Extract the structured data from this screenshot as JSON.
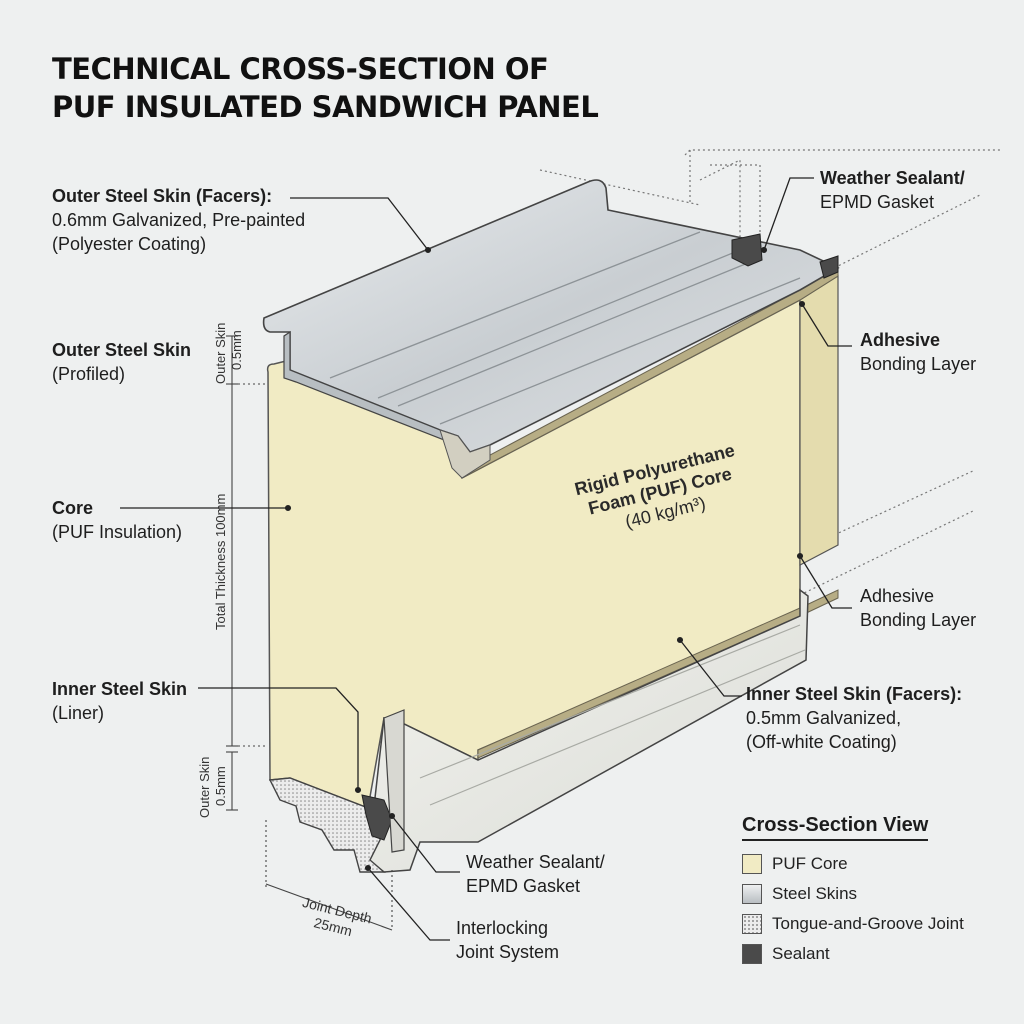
{
  "title": {
    "line1": "TECHNICAL CROSS-SECTION OF",
    "line2": "PUF INSULATED SANDWICH PANEL"
  },
  "labels": {
    "outer_facer": {
      "bold": "Outer Steel Skin (Facers):",
      "line1": "0.6mm Galvanized, Pre-painted",
      "line2": "(Polyester Coating)"
    },
    "outer_profiled": {
      "bold": "Outer Steel Skin",
      "line1": "(Profiled)"
    },
    "core": {
      "bold": "Core",
      "line1": "(PUF Insulation)"
    },
    "inner_liner": {
      "bold": "Inner Steel Skin",
      "line1": "(Liner)"
    },
    "sealant_top": {
      "bold": "Weather Sealant/",
      "line1": "EPMD Gasket"
    },
    "adhesive_top": {
      "bold": "Adhesive",
      "line1": "Bonding Layer"
    },
    "adhesive_bottom": {
      "line1": "Adhesive",
      "line2": "Bonding Layer"
    },
    "inner_facer": {
      "bold": "Inner Steel Skin (Facers):",
      "line1": "0.5mm Galvanized,",
      "line2": "(Off-white Coating)"
    },
    "sealant_bottom": {
      "line1": "Weather Sealant/",
      "line2": "EPMD Gasket"
    },
    "joint": {
      "line1": "Interlocking",
      "line2": "Joint System"
    }
  },
  "core_text": {
    "line1": "Rigid Polyurethane",
    "line2": "Foam (PUF) Core",
    "line3": "(40 kg/m³)"
  },
  "dimensions": {
    "outer_skin_top": {
      "line1": "Outer Skin",
      "line2": "0.5mm"
    },
    "total_thickness": "Total Thickness 100mm",
    "outer_skin_bottom": {
      "line1": "Outer Skin",
      "line2": "0.5mm"
    },
    "joint_depth": {
      "line1": "Joint Depth",
      "line2": "25mm"
    }
  },
  "legend": {
    "title": "Cross-Section View",
    "items": [
      {
        "label": "PUF Core",
        "color": "#f1ebc4",
        "pattern": "solid"
      },
      {
        "label": "Steel Skins",
        "color": "#cfd3d6",
        "pattern": "metal"
      },
      {
        "label": "Tongue-and-Groove Joint",
        "color": "#e6e6e6",
        "pattern": "dots"
      },
      {
        "label": "Sealant",
        "color": "#4a4a4a",
        "pattern": "solid"
      }
    ]
  },
  "colors": {
    "foam": "#f1ebc4",
    "foam_shade": "#e6deb0",
    "steel": "#cdd2d6",
    "steel_dark": "#9aa1a6",
    "sealant": "#4a4a4a",
    "adhesive": "#b7ad85"
  }
}
